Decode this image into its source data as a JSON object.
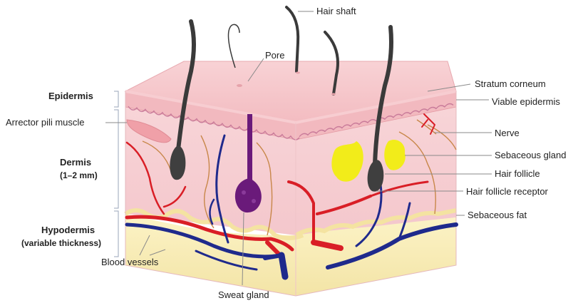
{
  "layers": {
    "epidermis": "Epidermis",
    "dermis": "Dermis",
    "dermis_thickness": "(1–2 mm)",
    "hypodermis": "Hypodermis",
    "hypodermis_thickness": "(variable thickness)"
  },
  "labels": {
    "hair_shaft": "Hair shaft",
    "pore": "Pore",
    "stratum_corneum": "Stratum corneum",
    "viable_epidermis": "Viable epidermis",
    "arrector_pili_muscle": "Arrector pili muscle",
    "nerve": "Nerve",
    "sebaceous_gland": "Sebaceous gland",
    "hair_follicle": "Hair follicle",
    "hair_follicle_receptor": "Hair follicle receptor",
    "sebaceous_fat": "Sebaceous fat",
    "blood_vessels": "Blood vessels",
    "sweat_gland": "Sweat gland"
  },
  "colors": {
    "epidermis_top": "#f6c9cc",
    "dermis": "#f7d3d6",
    "fat": "#fbf1c0",
    "hair": "#3a3a3a",
    "artery": "#d91e26",
    "vein": "#1f2a8c",
    "sweat_gland": "#6a1a7a",
    "sebaceous_gland": "#f2ec1a",
    "nerve": "#c8874a"
  }
}
